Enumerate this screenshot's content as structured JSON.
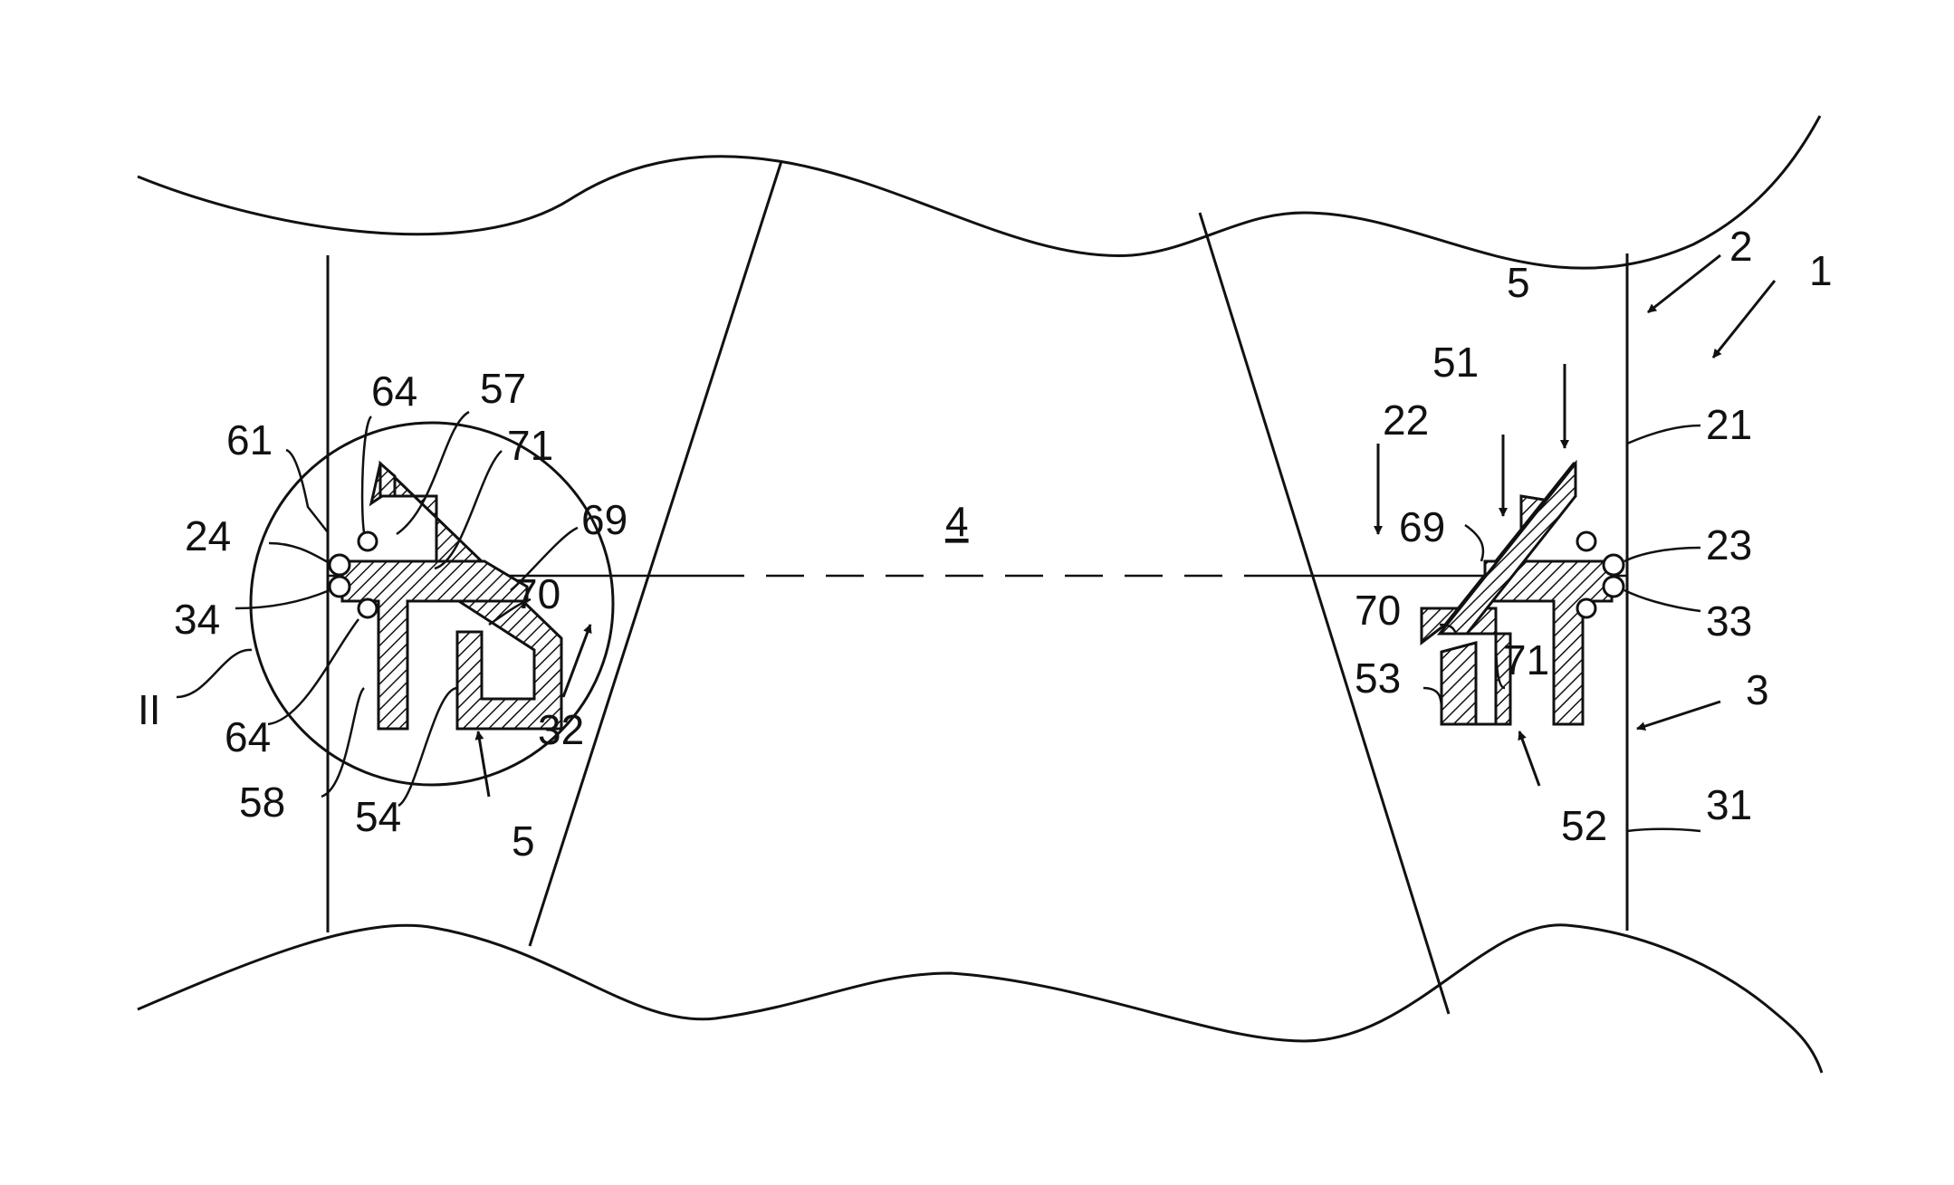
{
  "figure": {
    "labels": {
      "l1": "1",
      "l2": "2",
      "l3": "3",
      "l4": "4",
      "l5a": "5",
      "l5b": "5",
      "l21": "21",
      "l22": "22",
      "l23": "23",
      "l24": "24",
      "l31": "31",
      "l32": "32",
      "l33": "33",
      "l34": "34",
      "l51": "51",
      "l52": "52",
      "l53": "53",
      "l54": "54",
      "l57": "57",
      "l58": "58",
      "l61": "61",
      "l64a": "64",
      "l64b": "64",
      "l69a": "69",
      "l69b": "69",
      "l70a": "70",
      "l70b": "70",
      "l71a": "71",
      "l71b": "71",
      "lII": "II"
    }
  }
}
